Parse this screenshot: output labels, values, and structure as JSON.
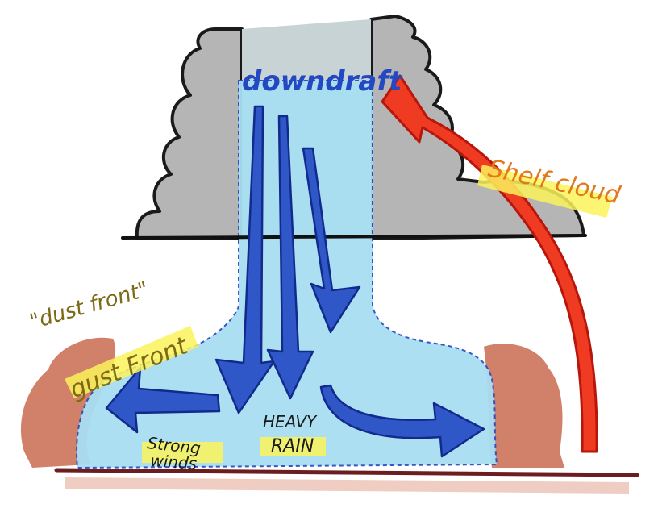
{
  "labels": {
    "downdraft": "downdraft",
    "shelf_cloud": "Shelf cloud",
    "dust_front": "\"dust front\"",
    "gust_front": "gust Front",
    "heavy_rain_line1": "HEAVY",
    "heavy_rain_line2": "RAIN",
    "strong_winds_line1": "Strong",
    "strong_winds_line2": "winds"
  },
  "colors": {
    "cloud_gray": "#b5b5b5",
    "cloud_outline": "#1a1a1a",
    "rain_light_blue": "#a8def2",
    "arrow_blue": "#2f57c7",
    "arrow_blue_outline": "#122a8c",
    "updraft_red": "#ef3b22",
    "updraft_red_outline": "#b9160b",
    "dust_brown": "#c96a4f",
    "ground_line": "#6b1d1f",
    "highlight_yellow": "#fbf35a",
    "text_orange": "#e3781a",
    "text_olive": "#7c6a16",
    "text_blue": "#2447c2"
  },
  "icons": [
    "arrow-down",
    "arrow-left",
    "arrow-right",
    "arrow-up"
  ]
}
